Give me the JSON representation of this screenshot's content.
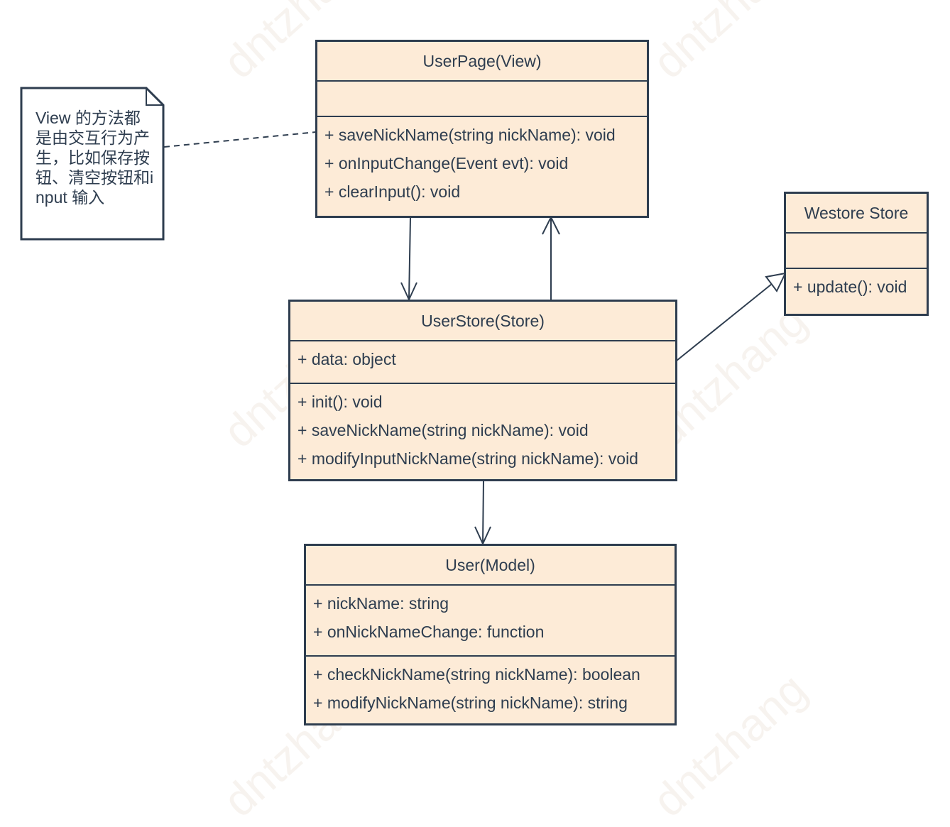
{
  "watermark": "dntzhang",
  "note": {
    "text": "View 的方法都是由交互行为产生，比如保存按钮、清空按钮和input 输入"
  },
  "classes": {
    "user_page": {
      "name": "UserPage(View)",
      "attributes": [],
      "methods": [
        "+ saveNickName(string nickName): void",
        "+ onInputChange(Event evt): void",
        "+ clearInput(): void"
      ]
    },
    "westore_store": {
      "name": "Westore Store",
      "attributes": [],
      "methods": [
        "+ update(): void"
      ]
    },
    "user_store": {
      "name": "UserStore(Store)",
      "attributes": [
        "+ data: object"
      ],
      "methods": [
        "+ init(): void",
        "+ saveNickName(string nickName): void",
        "+ modifyInputNickName(string nickName): void"
      ]
    },
    "user_model": {
      "name": "User(Model)",
      "attributes": [
        "+ nickName: string",
        "+ onNickNameChange: function"
      ],
      "methods": [
        "+ checkNickName(string nickName): boolean",
        "+ modifyNickName(string nickName): string"
      ]
    }
  },
  "colors": {
    "class_fill": "#fdebd7",
    "stroke": "#2e3d4f"
  }
}
